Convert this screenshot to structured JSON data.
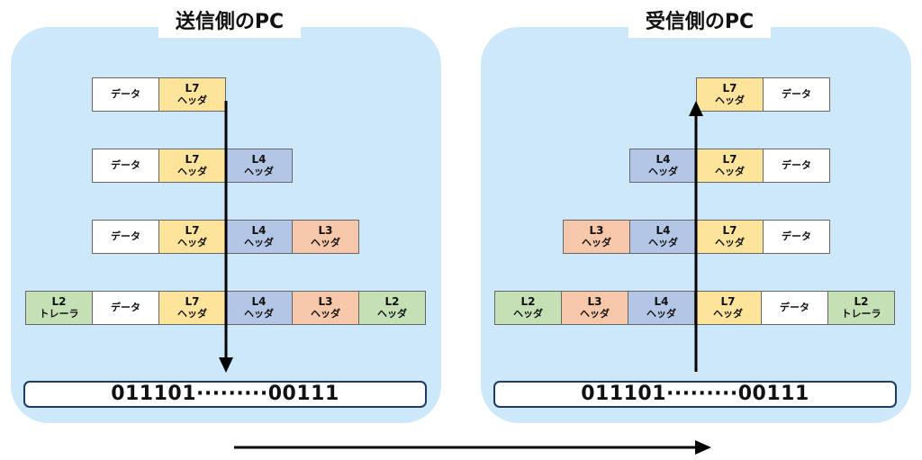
{
  "sender": {
    "title": "送信側のPC",
    "bits": "011101·········00111"
  },
  "receiver": {
    "title": "受信側のPC",
    "bits": "011101·········00111"
  },
  "labels": {
    "data": "データ",
    "header": "ヘッダ",
    "trailer": "トレーラ",
    "l7": "L7",
    "l4": "L4",
    "l3": "L3",
    "l2": "L2"
  },
  "colors": {
    "panel": "#cce8fa",
    "l7": "#fde49a",
    "l4": "#b4c6e6",
    "l3": "#f6c7a8",
    "l2": "#c6e0b6",
    "data": "#ffffff"
  }
}
